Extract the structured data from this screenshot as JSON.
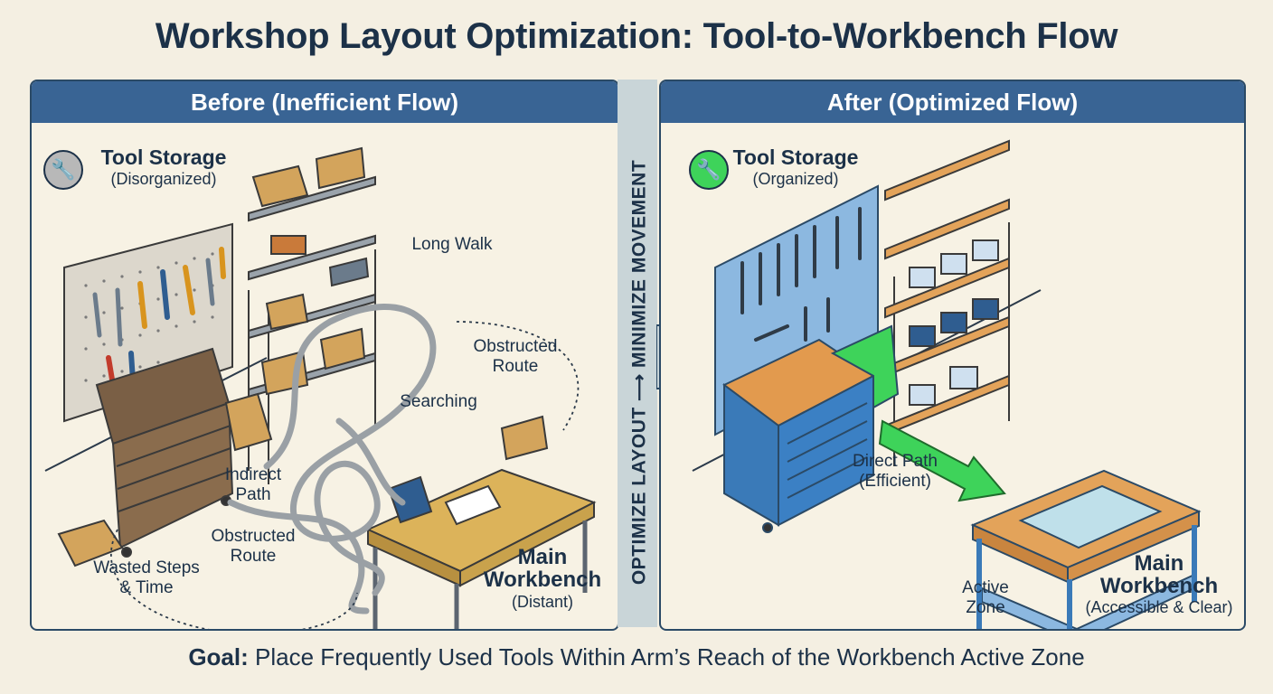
{
  "title": "Workshop Layout Optimization: Tool-to-Workbench Flow",
  "before": {
    "header": "Before (Inefficient Flow)",
    "storage_title": "Tool Storage",
    "storage_sub": "(Disorganized)",
    "labels": {
      "long_walk": "Long Walk",
      "obstructed_route_1_line1": "Obstructed",
      "obstructed_route_1_line2": "Route",
      "searching": "Searching",
      "indirect_line1": "Indirect",
      "indirect_line2": "Path",
      "obstructed_route_2_line1": "Obstructed",
      "obstructed_route_2_line2": "Route",
      "wasted_line1": "Wasted Steps",
      "wasted_line2": "& Time"
    },
    "workbench_line1": "Main",
    "workbench_line2": "Workbench",
    "workbench_sub": "(Distant)"
  },
  "divider_text": "OPTIMIZE LAYOUT ⟶ MINIMIZE MOVEMENT",
  "after": {
    "header": "After (Optimized Flow)",
    "storage_title": "Tool Storage",
    "storage_sub": "(Organized)",
    "direct_line1": "Direct Path",
    "direct_line2": "(Efficient)",
    "active_line1": "Active",
    "active_line2": "Zone",
    "workbench_line1": "Main",
    "workbench_line2": "Workbench",
    "workbench_sub": "(Accessible & Clear)"
  },
  "goal_label": "Goal:",
  "goal_text": "Place Frequently Used Tools Within Arm’s Reach of the Workbench Active Zone",
  "icons": {
    "before_storage": "wrench-icon",
    "after_storage": "wrench-icon"
  },
  "colors": {
    "header_blue": "#396494",
    "title_navy": "#1c3148",
    "direct_path_green": "#3ed35a",
    "before_icon_bg": "#b8b8b8",
    "after_icon_bg": "#3ed35a"
  }
}
